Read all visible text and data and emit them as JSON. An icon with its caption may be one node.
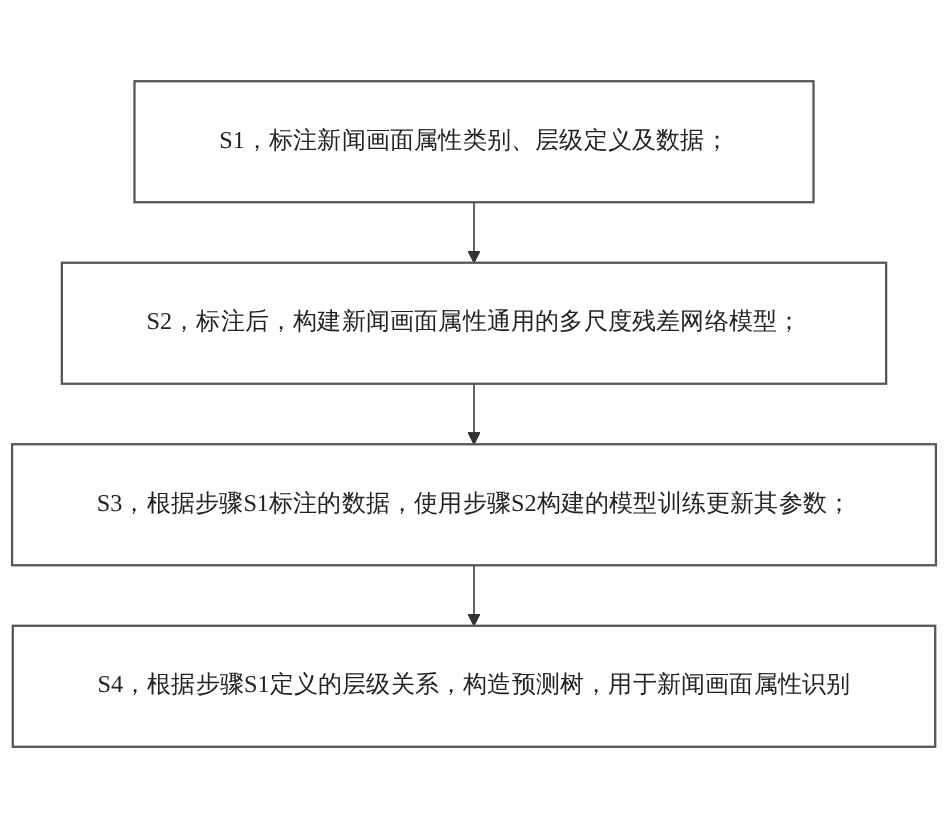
{
  "diagram": {
    "nodes": [
      {
        "text": [
          "S1，标注新闻画面属性类别、层级定义及数据；"
        ]
      },
      {
        "text": [
          "S2，标注后，构建新闻画面属性通用的多尺度残差网络模型；"
        ]
      },
      {
        "text": [
          "S3，根据步骤S1标注的数据，使用步骤S2构建的模型训练更新其参数；"
        ]
      },
      {
        "text": [
          "S4，根据步骤S1定义的层级关系，构造预测树，用于新闻画面属性识别"
        ]
      }
    ],
    "edges": [
      {
        "from": 0,
        "to": 1,
        "arrow": "to"
      },
      {
        "from": 1,
        "to": 2,
        "arrow": "to"
      },
      {
        "from": 2,
        "to": 3,
        "arrow": "to"
      }
    ]
  }
}
